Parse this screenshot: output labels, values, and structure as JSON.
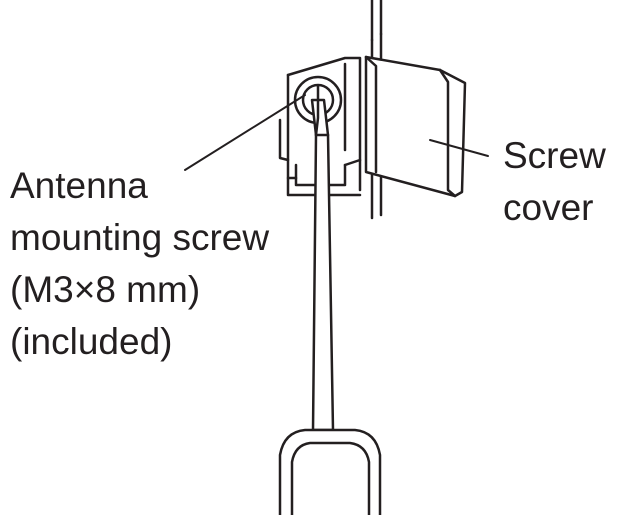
{
  "labels": {
    "antenna_screw": [
      "Antenna",
      "mounting screw",
      "(M3×8 mm)",
      "(included)"
    ],
    "screw_cover": [
      "Screw",
      "cover"
    ]
  }
}
